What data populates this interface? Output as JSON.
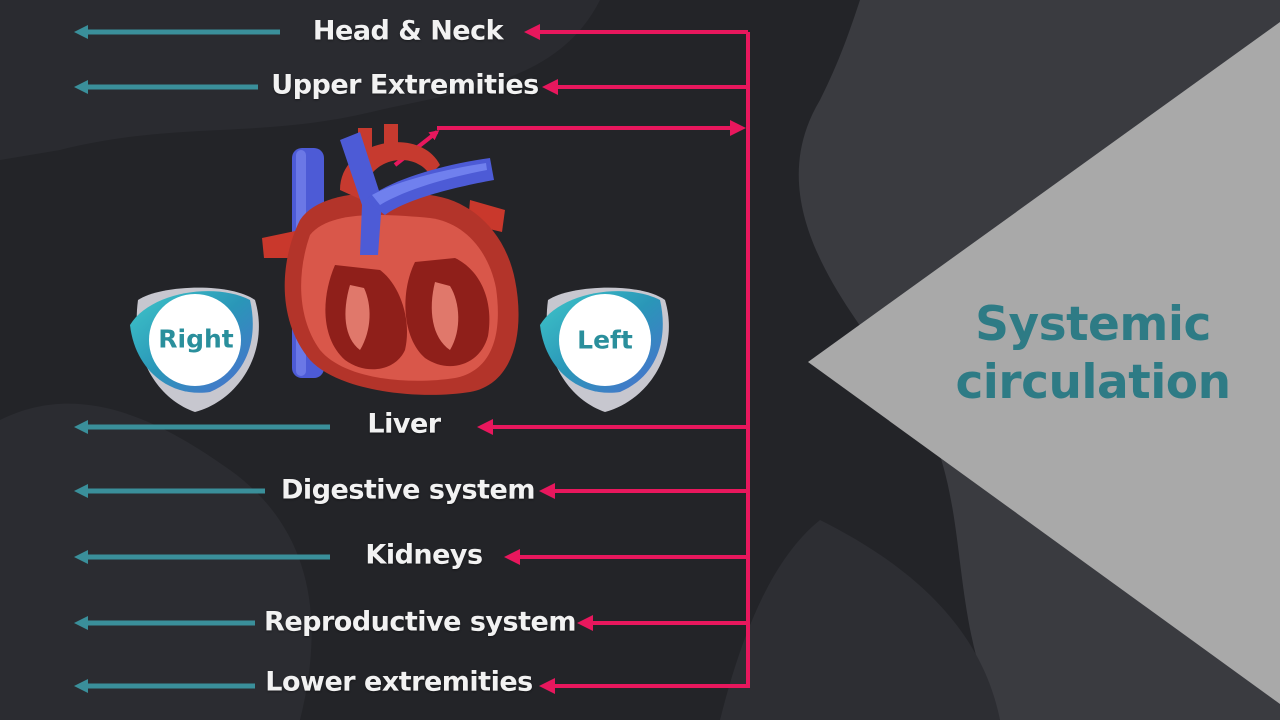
{
  "title": {
    "line1": "Systemic",
    "line2": "circulation"
  },
  "sides": {
    "right": "Right",
    "left": "Left"
  },
  "destinations": [
    "Head & Neck",
    "Upper Extremities",
    "Liver",
    "Digestive system",
    "Kidneys",
    "Reproductive system",
    "Lower extremities"
  ],
  "colors": {
    "background": "#232428",
    "arterial_arrow": "#e8175d",
    "return_arrow": "#3a8f9a",
    "panel": "#a9a9a9",
    "title": "#2e7b85",
    "label_text": "#f2f2f2"
  },
  "icons": [
    "heart-illustration",
    "shield-badge-icon"
  ]
}
